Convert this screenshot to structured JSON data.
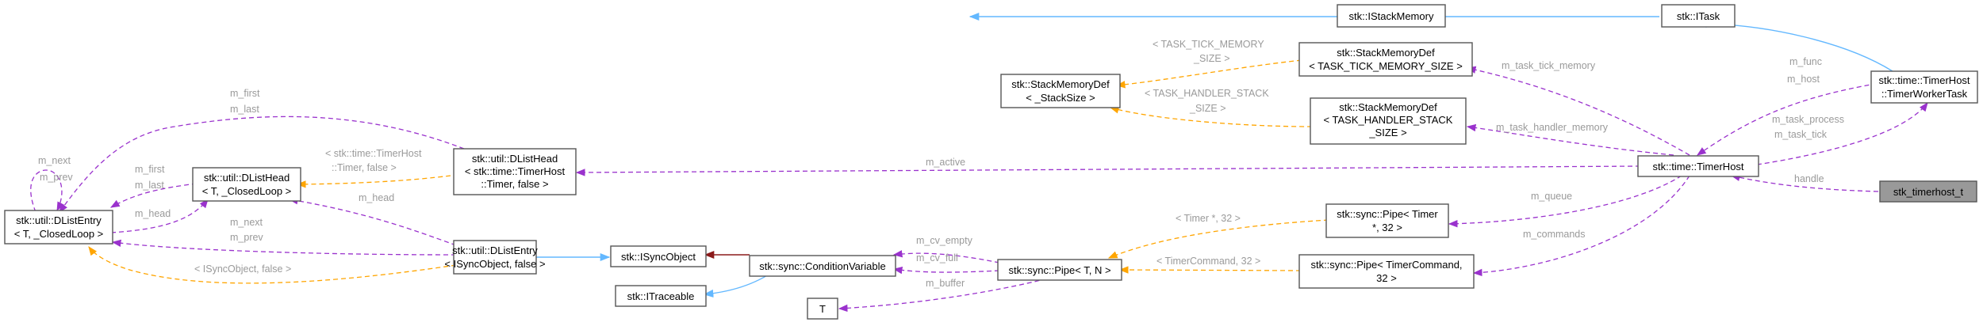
{
  "nodes": {
    "istackmemory": {
      "lines": [
        "stk::IStackMemory"
      ]
    },
    "itask": {
      "lines": [
        "stk::ITask"
      ]
    },
    "timerworkertask": {
      "lines": [
        "stk::time::TimerHost",
        "::TimerWorkerTask"
      ]
    },
    "smd_tick": {
      "lines": [
        "stk::StackMemoryDef",
        "< TASK_TICK_MEMORY_SIZE >"
      ]
    },
    "smd_generic": {
      "lines": [
        "stk::StackMemoryDef",
        "< _StackSize >"
      ]
    },
    "smd_handler": {
      "lines": [
        "stk::StackMemoryDef",
        "< TASK_HANDLER_STACK",
        "_SIZE >"
      ]
    },
    "timerhost": {
      "lines": [
        "stk::time::TimerHost"
      ]
    },
    "timerhost_t": {
      "lines": [
        "stk_timerhost_t"
      ]
    },
    "dlisthead_timer": {
      "lines": [
        "stk::util::DListHead",
        "< stk::time::TimerHost",
        "::Timer, false >"
      ]
    },
    "dlisthead_generic": {
      "lines": [
        "stk::util::DListHead",
        "< T, _ClosedLoop >"
      ]
    },
    "dlistentry_generic": {
      "lines": [
        "stk::util::DListEntry",
        "< T, _ClosedLoop >"
      ]
    },
    "dlistentry_isync": {
      "lines": [
        "stk::util::DListEntry",
        "< ISyncObject, false >"
      ]
    },
    "isyncobject": {
      "lines": [
        "stk::ISyncObject"
      ]
    },
    "itraceable": {
      "lines": [
        "stk::ITraceable"
      ]
    },
    "condvar": {
      "lines": [
        "stk::sync::ConditionVariable"
      ]
    },
    "pipe_generic": {
      "lines": [
        "stk::sync::Pipe< T, N >"
      ]
    },
    "pipe_timer": {
      "lines": [
        "stk::sync::Pipe< Timer",
        "*, 32 >"
      ]
    },
    "pipe_cmd": {
      "lines": [
        "stk::sync::Pipe< TimerCommand,",
        "32 >"
      ]
    },
    "t": {
      "lines": [
        "T"
      ]
    }
  },
  "edge_labels": {
    "m_task_tick_memory": "m_task_tick_memory",
    "m_task_handler_memory": "m_task_handler_memory",
    "m_func": "m_func",
    "m_host": "m_host",
    "m_task_process": "m_task_process",
    "m_task_tick": "m_task_tick",
    "handle": "handle",
    "m_active": "m_active",
    "m_queue": "m_queue",
    "m_commands": "m_commands",
    "tick_tmpl_1": "< TASK_TICK_MEMORY",
    "tick_tmpl_2": "_SIZE >",
    "handler_tmpl_1": "< TASK_HANDLER_STACK",
    "handler_tmpl_2": "_SIZE >",
    "m_first": "m_first",
    "m_last_top": "m_last",
    "timerhost_tmpl_1": "< stk::time::TimerHost",
    "timerhost_tmpl_2": "::Timer, false >",
    "m_next_loop": "m_next",
    "m_prev_loop": "m_prev",
    "m_first_h": "m_first",
    "m_last_h": "m_last",
    "m_head_h": "m_head",
    "m_head_e": "m_head",
    "m_next_e": "m_next",
    "m_prev_e": "m_prev",
    "isync_tmpl": "< ISyncObject, false >",
    "m_cv_empty": "m_cv_empty",
    "m_cv_full": "m_cv_full",
    "m_buffer": "m_buffer",
    "timer_pipe_tmpl": "< Timer *, 32 >",
    "cmd_pipe_tmpl": "< TimerCommand, 32 >"
  }
}
